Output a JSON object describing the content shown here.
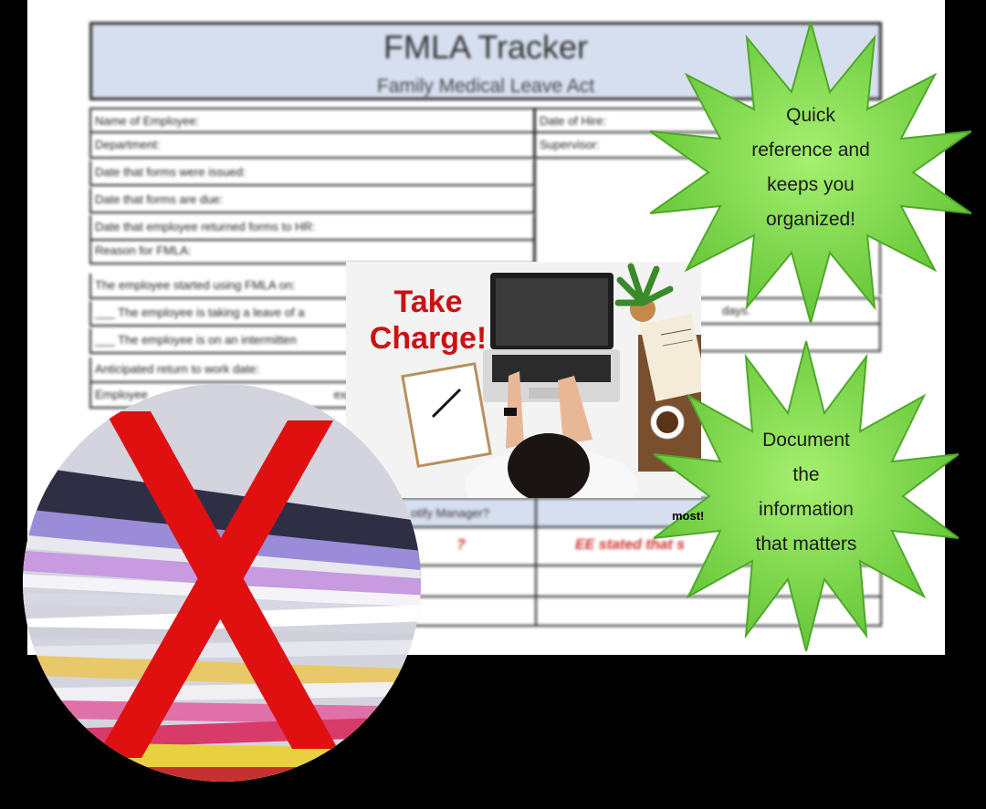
{
  "sheet": {
    "title": "FMLA Tracker",
    "subtitle": "Family Medical Leave Act",
    "fields_left": [
      "Name of Employee:",
      "Department:",
      "Date that forms were issued:",
      "Date that forms are due:",
      "Date that employee returned forms to HR:",
      "Reason for FMLA:",
      "The employee started using FMLA on:",
      "___ The employee is taking a leave of a",
      "___ The employee is on an intermitten",
      "Anticipated return to work date:",
      "Employee"
    ],
    "fields_right": [
      "Date of Hire:",
      "Supervisor:"
    ],
    "fragment_days": "days.",
    "fragment_expire": "expire on",
    "column_header": "otify Manager?",
    "note_mark": "?",
    "note_text": "EE stated that s"
  },
  "photo": {
    "headline_line1": "Take",
    "headline_line2": "Charge!"
  },
  "callouts": {
    "top": [
      "Quick",
      "reference and",
      "keeps you",
      "organized!"
    ],
    "bottom": [
      "Document",
      "the",
      "information",
      "that matters"
    ],
    "stray_word": "most!"
  },
  "colors": {
    "starburst": "#7ee04a",
    "starburst_edge": "#4fa82a",
    "band": "#d6dff0",
    "x_mark": "#e01010",
    "headline": "#cc1111"
  }
}
